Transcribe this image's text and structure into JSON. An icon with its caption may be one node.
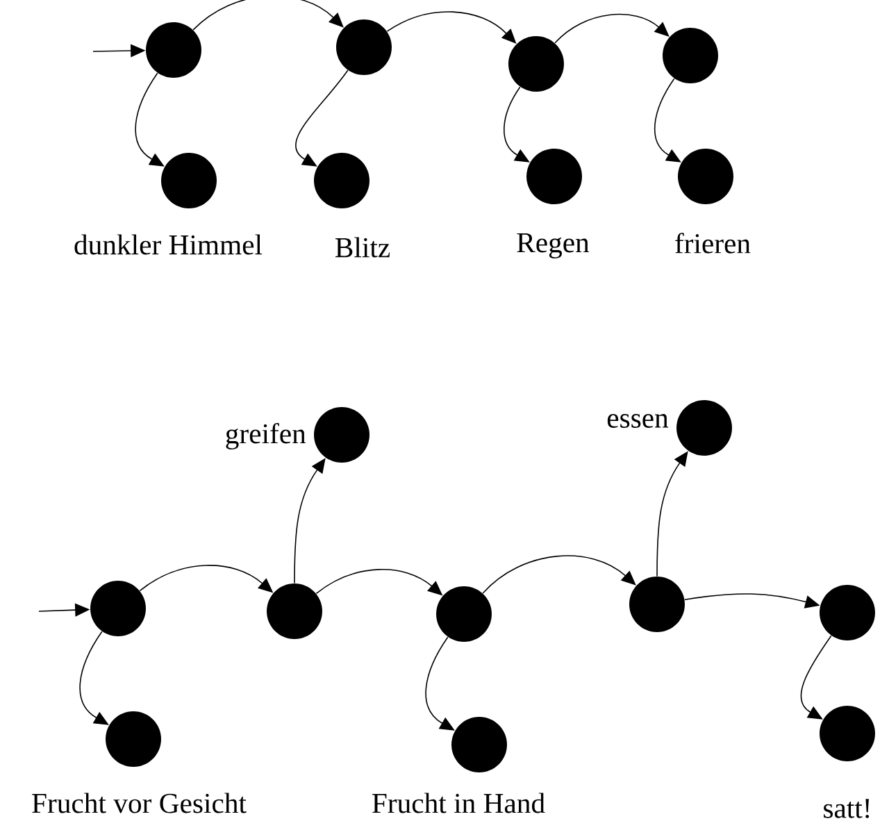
{
  "diagram": {
    "nodes": [
      {
        "text": [],
        "shape": "circle"
      },
      {
        "text": [],
        "shape": "circle"
      },
      {
        "text": [],
        "shape": "circle"
      },
      {
        "text": [],
        "shape": "circle"
      },
      {
        "text": [],
        "shape": "circle",
        "beside": [
          "dunkler Himmel"
        ]
      },
      {
        "text": [],
        "shape": "circle",
        "beside": [
          "Blitz"
        ]
      },
      {
        "text": [],
        "shape": "circle",
        "beside": [
          "Regen"
        ]
      },
      {
        "text": [],
        "shape": "circle",
        "beside": [
          "frieren"
        ]
      },
      {
        "text": [],
        "shape": "circle",
        "beside": [
          "greifen"
        ]
      },
      {
        "text": [],
        "shape": "circle",
        "beside": [
          "essen"
        ]
      },
      {
        "text": [],
        "shape": "circle"
      },
      {
        "text": [],
        "shape": "circle"
      },
      {
        "text": [],
        "shape": "circle"
      },
      {
        "text": [],
        "shape": "circle"
      },
      {
        "text": [],
        "shape": "circle"
      },
      {
        "text": [],
        "shape": "circle",
        "beside": [
          "Frucht vor Gesicht"
        ]
      },
      {
        "text": [],
        "shape": "circle",
        "beside": [
          "Frucht in Hand"
        ]
      },
      {
        "text": [],
        "shape": "circle",
        "beside": [
          "satt!"
        ]
      }
    ],
    "edges": [
      {
        "from": null,
        "to": 0,
        "arrow": "to"
      },
      {
        "from": 0,
        "to": 1,
        "arrow": "to"
      },
      {
        "from": 1,
        "to": 2,
        "arrow": "to"
      },
      {
        "from": 2,
        "to": 3,
        "arrow": "to"
      },
      {
        "from": 0,
        "to": 4,
        "arrow": "to"
      },
      {
        "from": 1,
        "to": 5,
        "arrow": "to"
      },
      {
        "from": 2,
        "to": 6,
        "arrow": "to"
      },
      {
        "from": 3,
        "to": 7,
        "arrow": "to"
      },
      {
        "from": null,
        "to": 10,
        "arrow": "to"
      },
      {
        "from": 10,
        "to": 11,
        "arrow": "to"
      },
      {
        "from": 11,
        "to": 12,
        "arrow": "to"
      },
      {
        "from": 12,
        "to": 13,
        "arrow": "to"
      },
      {
        "from": 13,
        "to": 14,
        "arrow": "to"
      },
      {
        "from": 11,
        "to": 8,
        "arrow": "to"
      },
      {
        "from": 13,
        "to": 9,
        "arrow": "to"
      },
      {
        "from": 10,
        "to": 15,
        "arrow": "to"
      },
      {
        "from": 12,
        "to": 16,
        "arrow": "to"
      },
      {
        "from": 14,
        "to": 17,
        "arrow": "to"
      }
    ]
  }
}
